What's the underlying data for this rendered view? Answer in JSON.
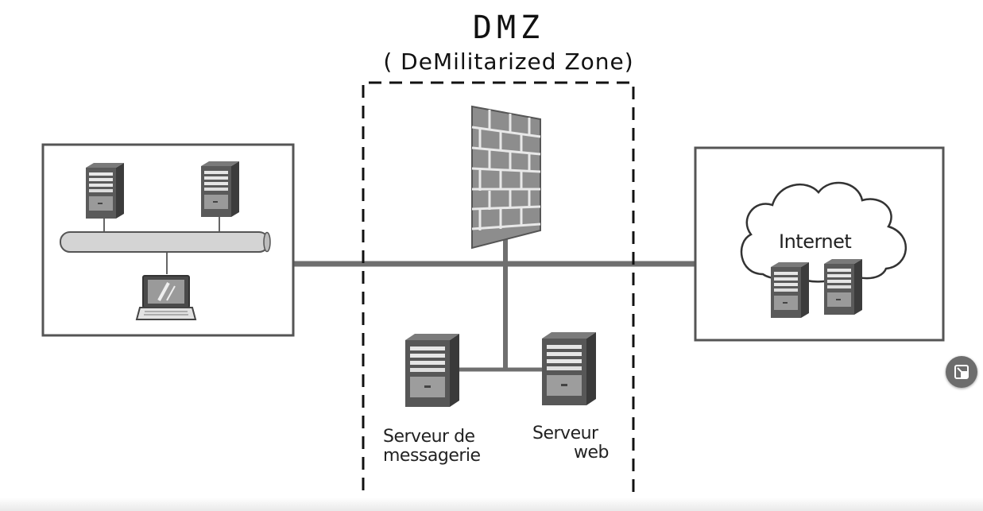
{
  "diagram": {
    "title": "DMZ",
    "subtitle": "( DeMilitarized Zone)",
    "labels": {
      "internet": "Internet",
      "mail_server": [
        "Serveur de",
        "messagerie"
      ],
      "web_server": [
        "Serveur",
        "web"
      ]
    }
  },
  "icons": {
    "firewall": "firewall-brick-wall-icon",
    "server": "server-tower-icon",
    "laptop": "laptop-icon",
    "cloud": "cloud-icon",
    "expand": "expand-icon"
  },
  "colors": {
    "line": "#6f6f6f",
    "box_border": "#555555",
    "server_dark": "#4a4a4a",
    "brick": "#8a8a8a",
    "expand_button": "#6d6d6d"
  }
}
